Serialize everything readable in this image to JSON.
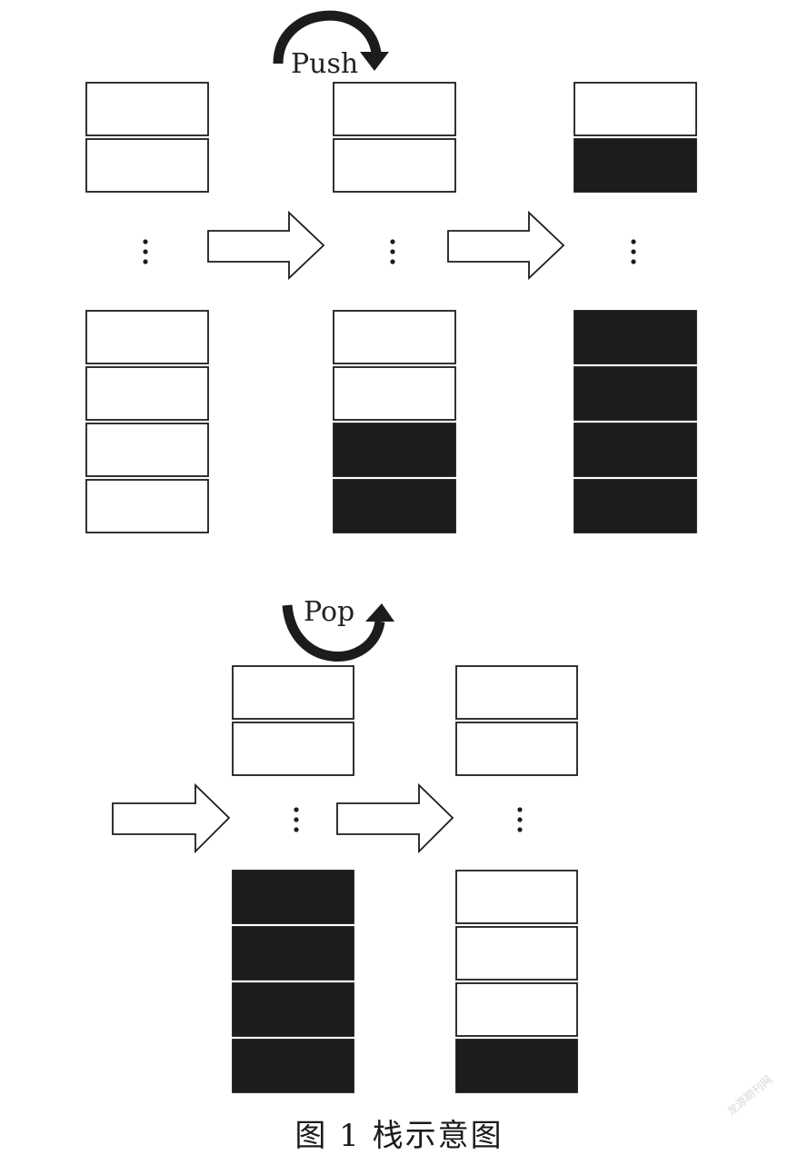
{
  "labels": {
    "push": "Push",
    "pop": "Pop"
  },
  "caption": "图 1   栈示意图",
  "watermark": "龙源期刊网",
  "colors": {
    "filled": "#1c1c1c",
    "empty": "#ffffff",
    "stroke": "#1c1c1c"
  },
  "stacks": {
    "push_before": {
      "top": [
        "empty",
        "empty"
      ],
      "bottom": [
        "empty",
        "empty",
        "empty",
        "empty"
      ]
    },
    "push_middle": {
      "top": [
        "empty",
        "empty"
      ],
      "bottom": [
        "empty",
        "empty",
        "filled",
        "filled"
      ]
    },
    "push_after": {
      "top": [
        "empty",
        "filled"
      ],
      "bottom": [
        "filled",
        "filled",
        "filled",
        "filled"
      ]
    },
    "pop_before": {
      "top": [
        "empty",
        "empty"
      ],
      "bottom": [
        "filled",
        "filled",
        "filled",
        "filled"
      ]
    },
    "pop_after": {
      "top": [
        "empty",
        "empty"
      ],
      "bottom": [
        "empty",
        "empty",
        "empty",
        "filled"
      ]
    }
  },
  "ellipsis": "⋮"
}
